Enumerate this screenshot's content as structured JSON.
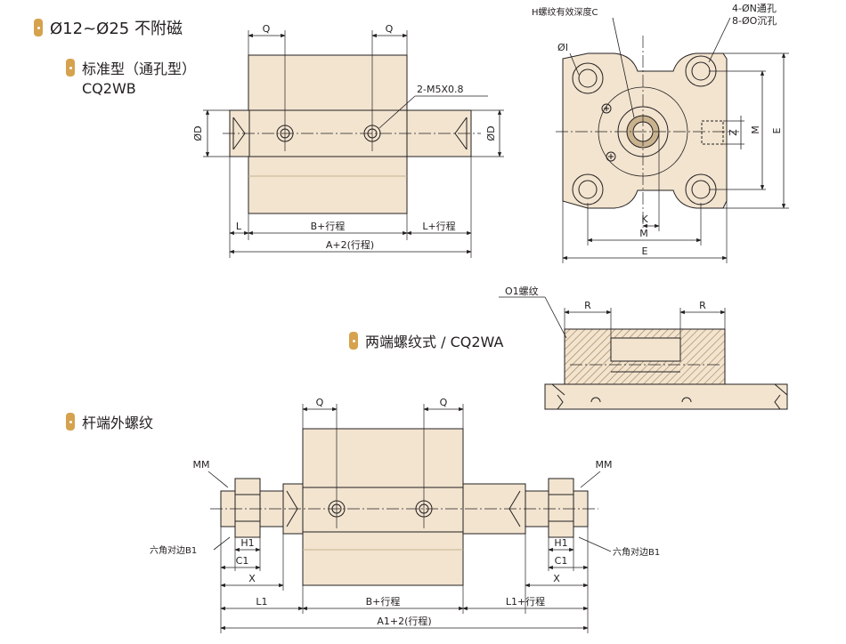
{
  "headings": {
    "series": "Ø12~Ø25 不附磁",
    "standard": "标准型（通孔型）",
    "standard_model": "CQ2WB",
    "both_ends": "两端螺纹式 / CQ2WA",
    "rod_end": "杆端外螺纹"
  },
  "view_standard": {
    "q_left": "Q",
    "q_right": "Q",
    "port": "2-M5X0.8",
    "d_left": "ØD",
    "d_right": "ØD",
    "l": "L",
    "b_stroke": "B+行程",
    "l_stroke": "L+行程",
    "a_total": "A+2(行程)"
  },
  "view_end": {
    "h_thread": "H螺纹有效深度C",
    "n_hole": "4-ØN通孔",
    "o_hole": "8-ØO沉孔",
    "i": "ØI",
    "z": "Z",
    "m_vert": "M",
    "e_vert": "E",
    "k": "K",
    "m_horiz": "M",
    "e_horiz": "E"
  },
  "view_both_ends": {
    "o1": "O1螺纹",
    "r_left": "R",
    "r_right": "R"
  },
  "view_rod_end": {
    "q_left": "Q",
    "q_right": "Q",
    "mm_left": "MM",
    "mm_right": "MM",
    "b1_left": "六角对边B1",
    "b1_right": "六角对边B1",
    "h1_left": "H1",
    "h1_right": "H1",
    "c1_left": "C1",
    "c1_right": "C1",
    "x_left": "X",
    "x_right": "X",
    "l1": "L1",
    "b_stroke": "B+行程",
    "l1_stroke": "L1+行程",
    "a1_total": "A1+2(行程)"
  },
  "colors": {
    "body": "#f2e4cf",
    "accent": "#d6a24e",
    "line": "#231f20"
  }
}
